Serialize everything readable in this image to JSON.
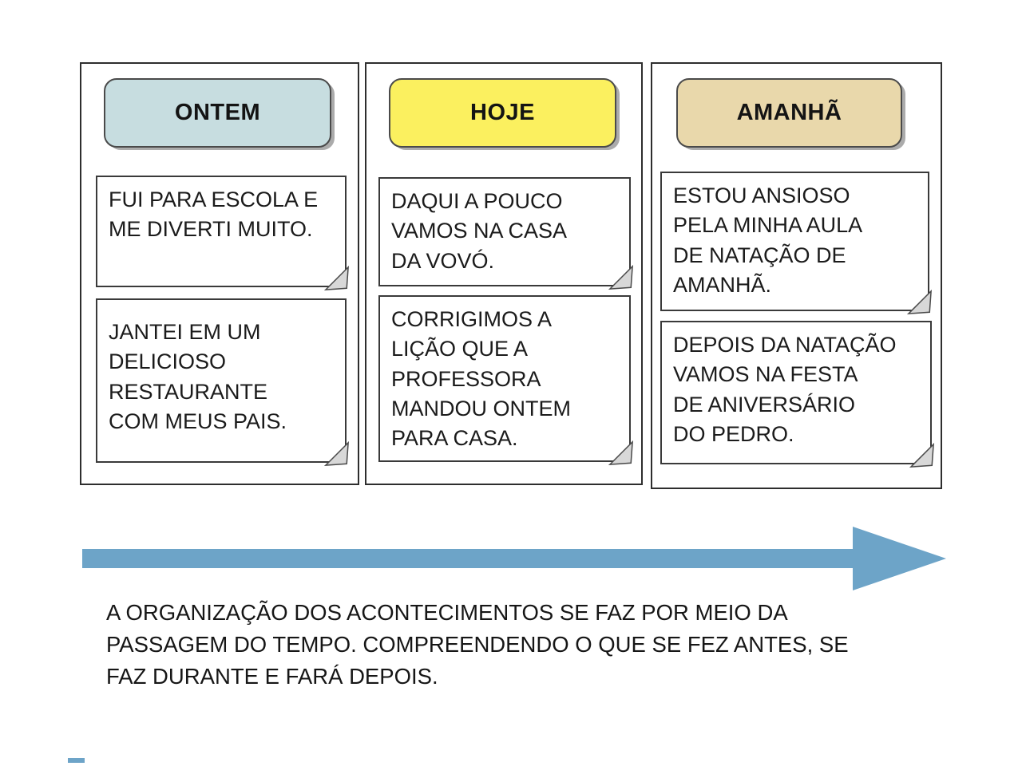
{
  "columns": [
    {
      "header": {
        "label": "ONTEM",
        "color": "#c7dde0"
      },
      "notes": [
        "FUI PARA ESCOLA E\nME DIVERTI MUITO.",
        "JANTEI EM UM\nDELICIOSO\nRESTAURANTE\nCOM MEUS PAIS."
      ]
    },
    {
      "header": {
        "label": "HOJE",
        "color": "#fbf05f"
      },
      "notes": [
        "DAQUI A POUCO\nVAMOS NA CASA\nDA VOVÓ.",
        "CORRIGIMOS A\nLIÇÃO QUE A\nPROFESSORA\nMANDOU ONTEM\nPARA CASA."
      ]
    },
    {
      "header": {
        "label": "AMANHÃ",
        "color": "#e9d8ab"
      },
      "notes": [
        "ESTOU ANSIOSO\nPELA MINHA AULA\nDE NATAÇÃO DE\nAMANHÃ.",
        "DEPOIS DA NATAÇÃO\nVAMOS NA FESTA\nDE ANIVERSÁRIO\nDO PEDRO."
      ]
    }
  ],
  "timeline_arrow": {
    "direction": "right",
    "color": "#6da4c8"
  },
  "caption": {
    "text": "A ORGANIZAÇÃO DOS ACONTECIMENTOS SE FAZ POR MEIO DA\nPASSAGEM DO TEMPO. COMPREENDENDO O QUE SE FEZ ANTES, SE\nFAZ DURANTE E FARÁ DEPOIS."
  },
  "fold_colors": {
    "fill": "#d8d8d8",
    "stroke": "#4a4a4a"
  }
}
